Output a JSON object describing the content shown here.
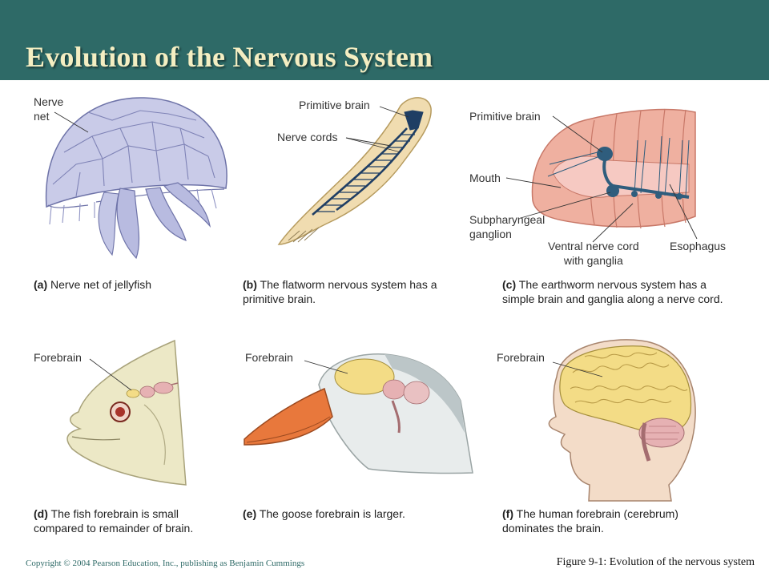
{
  "title": "Evolution of the Nervous System",
  "panels": {
    "a": {
      "labels": [
        "Nerve",
        "net"
      ],
      "caption_letter": "(a)",
      "caption_lines": [
        "Nerve net of jellyfish"
      ]
    },
    "b": {
      "labels": [
        "Primitive brain",
        "Nerve cords"
      ],
      "caption_letter": "(b)",
      "caption_lines": [
        "The flatworm nervous system has a",
        "primitive brain."
      ]
    },
    "c": {
      "labels": [
        "Primitive brain",
        "Mouth",
        "Subpharyngeal",
        "ganglion",
        "Ventral nerve cord",
        "with ganglia",
        "Esophagus"
      ],
      "caption_letter": "(c)",
      "caption_lines": [
        "The earthworm nervous system has a",
        "simple brain and ganglia along a nerve cord."
      ]
    },
    "d": {
      "labels": [
        "Forebrain"
      ],
      "caption_letter": "(d)",
      "caption_lines": [
        "The fish forebrain is small",
        "compared to remainder of brain."
      ]
    },
    "e": {
      "labels": [
        "Forebrain"
      ],
      "caption_letter": "(e)",
      "caption_lines": [
        "The goose forebrain is larger."
      ]
    },
    "f": {
      "labels": [
        "Forebrain"
      ],
      "caption_letter": "(f)",
      "caption_lines": [
        "The human forebrain (cerebrum)",
        "dominates the brain."
      ]
    }
  },
  "footer": {
    "copyright": "Copyright © 2004 Pearson Education, Inc., publishing as Benjamin Cummings",
    "figure": "Figure 9-1: Evolution of the nervous system"
  },
  "colors": {
    "header_bg": "#2e6a67",
    "title_text": "#f4eec2",
    "jellyfish": "#c9cbe8",
    "nerve": "#1f3e64",
    "flatworm": "#f0dcb0",
    "earthworm": "#efb0a0",
    "fish": "#ece8c6",
    "goose_beak": "#e8783c",
    "forebrain": "#f3dc86",
    "hindbrain": "#e6b1b3",
    "skin": "#f3dcc8"
  }
}
